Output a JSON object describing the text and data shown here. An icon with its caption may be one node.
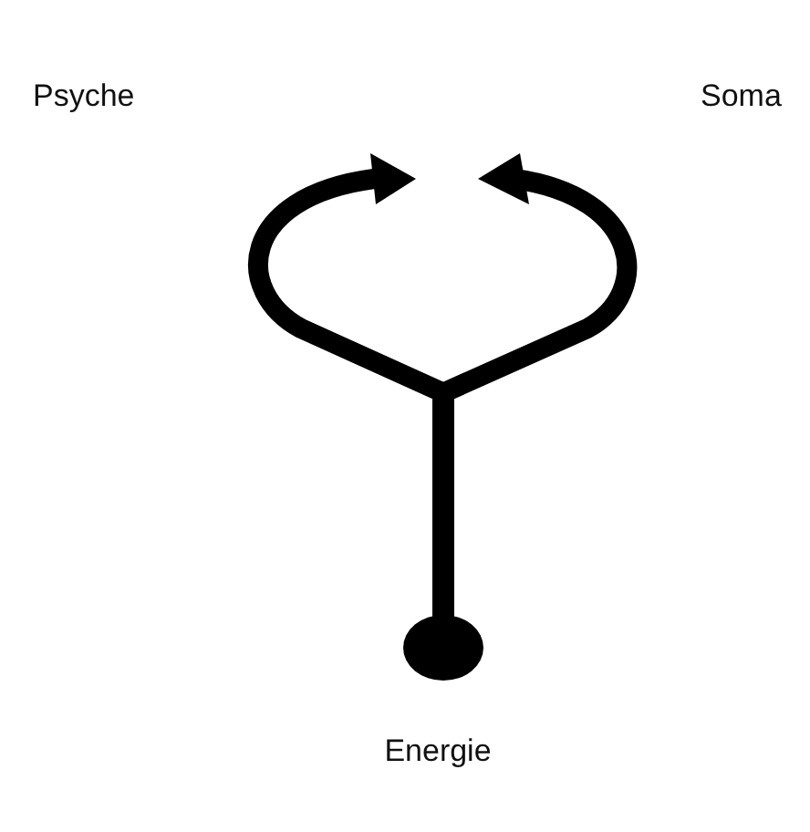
{
  "diagram": {
    "labels": [
      "Psyche",
      "Soma",
      "Energie"
    ]
  }
}
